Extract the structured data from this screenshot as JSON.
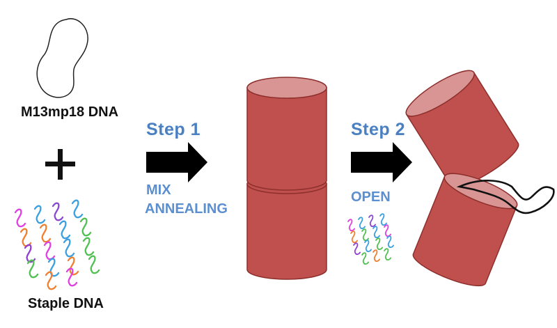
{
  "labels": {
    "m13": "M13mp18 DNA",
    "plus": "+",
    "staple": "Staple DNA",
    "step1": "Step 1",
    "step1_action_line1": "MIX",
    "step1_action_line2": "ANNEALING",
    "step2": "Step 2",
    "step2_action": "OPEN"
  },
  "colors": {
    "cylinder_body": "#c0504d",
    "cylinder_top": "#d99594",
    "cylinder_stroke": "#8c2f2c",
    "arrow": "#000000",
    "label_blue": "#4a7fc1"
  }
}
